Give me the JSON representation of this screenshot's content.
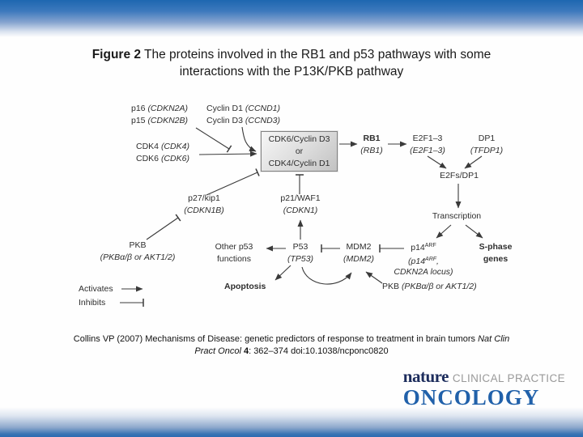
{
  "title": {
    "line1_bold": "Figure 2",
    "line1_rest": " The proteins involved in the RB1 and p53 pathways with some",
    "line2": "interactions with the P13K/PKB pathway"
  },
  "diagram": {
    "p16": {
      "l1": "p16 ",
      "l1g": "(CDKN2A)",
      "l2": "p15 ",
      "l2g": "(CDKN2B)"
    },
    "cyclin": {
      "l1": "Cyclin D1 ",
      "l1g": "(CCND1)",
      "l2": "Cyclin D3 ",
      "l2g": "(CCND3)"
    },
    "cdk": {
      "l1": "CDK4 ",
      "l1g": "(CDK4)",
      "l2": "CDK6 ",
      "l2g": "(CDK6)"
    },
    "box": {
      "line1": "CDK6/Cyclin D3",
      "line2": "or",
      "line3": "CDK4/Cyclin D1"
    },
    "rb1": {
      "name": "RB1",
      "gene": "(RB1)"
    },
    "e2f": {
      "name": "E2F1–3",
      "gene": "(E2F1–3)"
    },
    "dp1": {
      "name": "DP1",
      "gene": "(TFDP1)"
    },
    "e2fs_dp1": {
      "name": "E2Fs/DP1"
    },
    "transcription": {
      "name": "Transcription"
    },
    "p27": {
      "name": "p27/kip1",
      "gene": "(CDKN1B)"
    },
    "p21": {
      "name": "p21/WAF1",
      "gene": "(CDKN1)"
    },
    "pkb_left": {
      "name": "PKB",
      "gene": "(PKBα/β or AKT1/2)"
    },
    "other_p53": {
      "line1": "Other p53",
      "line2": "functions"
    },
    "p53": {
      "name": "P53",
      "gene": "(TP53)"
    },
    "mdm2": {
      "name": "MDM2",
      "gene": "(MDM2)"
    },
    "p14arf": {
      "base": "p14",
      "sup": "ARF",
      "g1a": "(p14",
      "g1sup": "ARF",
      "g1b": ",",
      "g2": "CDKN2A locus)"
    },
    "sphase": {
      "line1": "S-phase",
      "line2": "genes"
    },
    "pkb_right": {
      "name": "PKB ",
      "gene": "(PKBα/β or AKT1/2)"
    },
    "apoptosis": {
      "name": "Apoptosis"
    },
    "legend": {
      "activates": "Activates",
      "inhibits": "Inhibits"
    }
  },
  "citation": {
    "line1_regular": "Collins VP (2007) Mechanisms of Disease: genetic predictors of response to treatment in brain tumors ",
    "line1_italic": "Nat Clin",
    "line2_italic": "Pract Oncol ",
    "line2_bold": "4",
    "line2_regular": ": 362–374 doi:10.1038/ncponc0820"
  },
  "logo": {
    "brand": "nature",
    "series": "CLINICAL PRACTICE",
    "journal": "ONCOLOGY"
  },
  "colors": {
    "top_bar_blue": "#1e67b0",
    "bottom_bar_blue": "#2b6ab2",
    "logo_navy": "#1c2c5c",
    "logo_blue": "#2161aa",
    "logo_gray": "#999999",
    "diagram_line": "#3a3a3a",
    "box_border": "#828282"
  }
}
